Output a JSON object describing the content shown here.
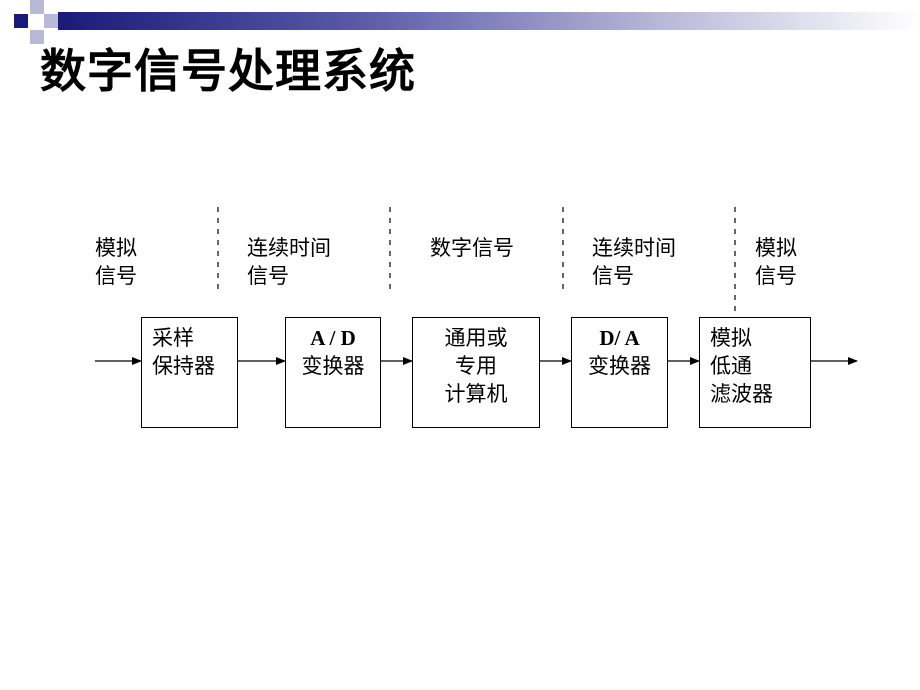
{
  "title": "数字信号处理系统",
  "signal_labels": [
    {
      "line1": "模拟",
      "line2": "信号"
    },
    {
      "line1": "连续时间",
      "line2": "信号"
    },
    {
      "line1": "数字信号",
      "line2": ""
    },
    {
      "line1": "连续时间",
      "line2": "信号"
    },
    {
      "line1": "模拟",
      "line2": "信号"
    }
  ],
  "blocks": [
    {
      "lines": [
        "采样",
        "保持器"
      ]
    },
    {
      "lines": [
        "A / D",
        "变换器"
      ]
    },
    {
      "lines": [
        "通用或",
        "专用",
        "计算机"
      ]
    },
    {
      "lines": [
        "D/ A",
        "变换器"
      ]
    },
    {
      "lines": [
        "模拟",
        "低通",
        "滤波器"
      ]
    }
  ],
  "colors": {
    "accent_dark": "#1a1a7a",
    "accent_light": "#b8b8d8"
  }
}
